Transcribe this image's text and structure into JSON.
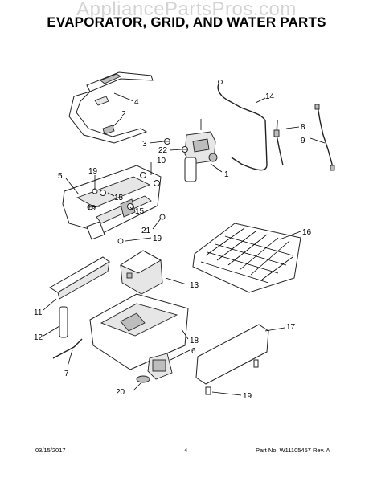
{
  "watermark": "AppliancePartsPros.com",
  "title": "EVAPORATOR, GRID, AND WATER PARTS",
  "callouts": {
    "c1": "1",
    "c2": "2",
    "c3": "3",
    "c4": "4",
    "c5": "5",
    "c6": "6",
    "c7": "7",
    "c8": "8",
    "c9": "9",
    "c10": "10",
    "c11": "11",
    "c12": "12",
    "c13": "13",
    "c14": "14",
    "c15a": "15",
    "c15b": "15",
    "c16": "16",
    "c17": "17",
    "c18": "18",
    "c19a": "19",
    "c19b": "19",
    "c19c": "19",
    "c19d": "19",
    "c20": "20",
    "c21": "21",
    "c22": "22"
  },
  "footer": {
    "date": "03/15/2017",
    "page": "4",
    "part_no": "Part No.  W11105457  Rev.  A"
  }
}
